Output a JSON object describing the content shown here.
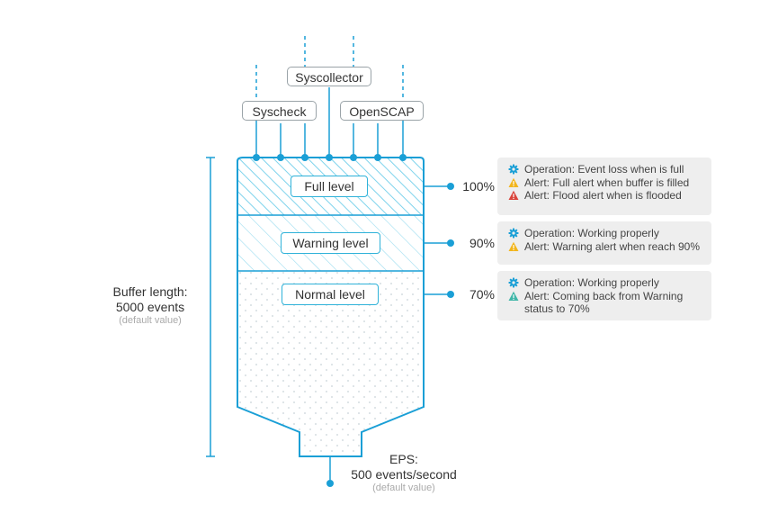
{
  "sources": {
    "syscollector": "Syscollector",
    "syscheck": "Syscheck",
    "openscap": "OpenSCAP"
  },
  "levels": {
    "full": {
      "label": "Full level",
      "percent": "100%"
    },
    "warning": {
      "label": "Warning level",
      "percent": "90%"
    },
    "normal": {
      "label": "Normal level",
      "percent": "70%"
    }
  },
  "panels": {
    "full": [
      {
        "icon": "gear-icon",
        "text": "Operation: Event loss when is full"
      },
      {
        "icon": "warning-yellow-icon",
        "text": "Alert: Full alert when buffer is filled"
      },
      {
        "icon": "warning-red-icon",
        "text": "Alert: Flood alert when is flooded"
      }
    ],
    "warning": [
      {
        "icon": "gear-icon",
        "text": "Operation: Working properly"
      },
      {
        "icon": "warning-yellow-icon",
        "text": "Alert: Warning alert when reach 90%"
      }
    ],
    "normal": [
      {
        "icon": "gear-icon",
        "text": "Operation: Working properly"
      },
      {
        "icon": "warning-teal-icon",
        "text": "Alert: Coming back from Warning",
        "continuation": "status to 70%"
      }
    ]
  },
  "buffer": {
    "title": "Buffer length:",
    "value": "5000 events",
    "note": "(default value)"
  },
  "eps": {
    "title": "EPS:",
    "value": "500 events/second",
    "note": "(default value)"
  },
  "colors": {
    "accent": "#1a9fd6",
    "hatch": "#6fd0ec",
    "panel_bg": "#eeeeee",
    "warn_yellow": "#f2b51c",
    "warn_red": "#d9443b",
    "warn_teal": "#3fb6a8"
  }
}
